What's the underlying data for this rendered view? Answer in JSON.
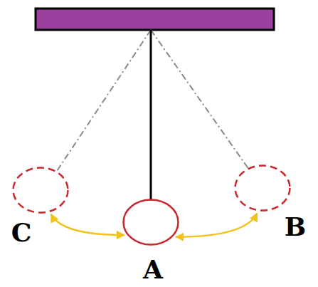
{
  "diagram": {
    "nodes": [
      {
        "text": [
          "C"
        ]
      },
      {
        "text": [
          "A"
        ]
      },
      {
        "text": [
          "B"
        ]
      }
    ],
    "edges": [
      {
        "from": 0,
        "to": 1,
        "arrow": "both"
      },
      {
        "from": 1,
        "to": 2,
        "arrow": "both"
      }
    ]
  }
}
